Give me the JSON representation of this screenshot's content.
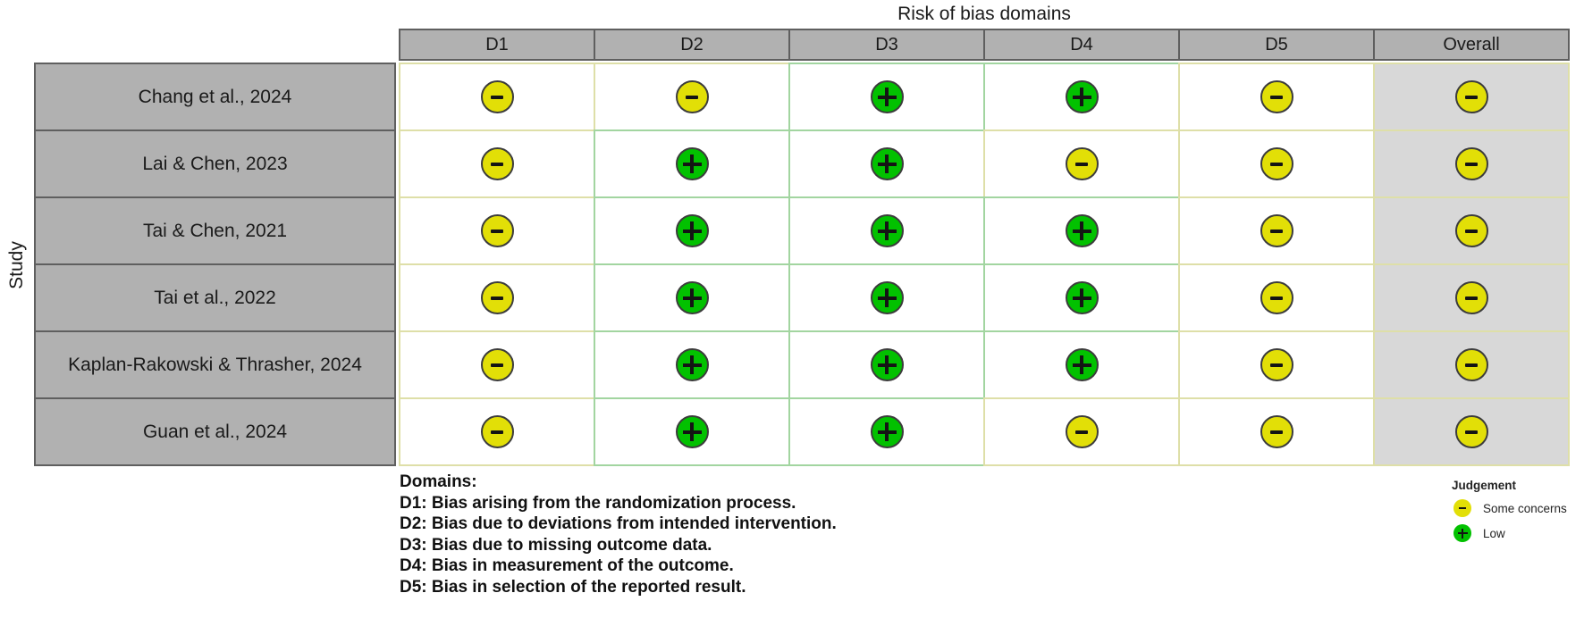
{
  "chart_data": {
    "type": "table",
    "subtype": "risk-of-bias-traffic-light",
    "title": "Risk of bias domains",
    "y_axis_label": "Study",
    "columns": [
      "D1",
      "D2",
      "D3",
      "D4",
      "D5",
      "Overall"
    ],
    "rows": [
      {
        "study": "Chang et al., 2024",
        "ratings": [
          "some_concerns",
          "some_concerns",
          "low",
          "low",
          "some_concerns",
          "some_concerns"
        ]
      },
      {
        "study": "Lai & Chen, 2023",
        "ratings": [
          "some_concerns",
          "low",
          "low",
          "some_concerns",
          "some_concerns",
          "some_concerns"
        ]
      },
      {
        "study": "Tai & Chen, 2021",
        "ratings": [
          "some_concerns",
          "low",
          "low",
          "low",
          "some_concerns",
          "some_concerns"
        ]
      },
      {
        "study": "Tai et al., 2022",
        "ratings": [
          "some_concerns",
          "low",
          "low",
          "low",
          "some_concerns",
          "some_concerns"
        ]
      },
      {
        "study": "Kaplan-Rakowski & Thrasher, 2024",
        "ratings": [
          "some_concerns",
          "low",
          "low",
          "low",
          "some_concerns",
          "some_concerns"
        ]
      },
      {
        "study": "Guan et al., 2024",
        "ratings": [
          "some_concerns",
          "low",
          "low",
          "some_concerns",
          "some_concerns",
          "some_concerns"
        ]
      }
    ],
    "footnote": {
      "heading": "Domains:",
      "lines": [
        "D1: Bias arising from the randomization process.",
        "D2: Bias due to deviations from intended intervention.",
        "D3: Bias due to missing outcome data.",
        "D4: Bias in measurement of the outcome.",
        "D5: Bias in selection of the reported result."
      ]
    },
    "legend": {
      "title": "Judgement",
      "items": [
        {
          "label": "Some concerns",
          "judgement": "some_concerns",
          "symbol": "minus",
          "color": "#e2df07"
        },
        {
          "label": "Low",
          "judgement": "low",
          "symbol": "plus",
          "color": "#02c100"
        }
      ]
    },
    "colors": {
      "some_concerns": "#e2df07",
      "low": "#02c100",
      "some_concerns_border": "#dedfa8",
      "low_border": "#a2d5a0",
      "header_gray": "#b1b1b1",
      "overall_column_bg": "#d8d8d8"
    },
    "layout": {
      "grid": "on",
      "legend_position": "bottom-right"
    }
  }
}
